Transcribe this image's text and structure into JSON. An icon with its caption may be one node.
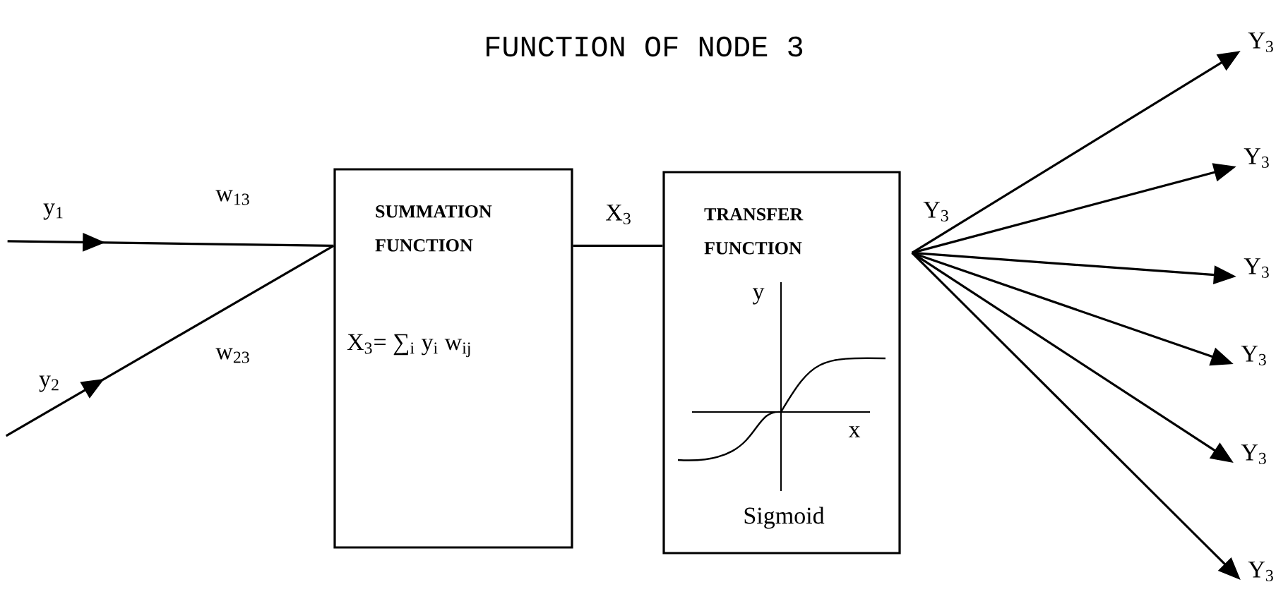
{
  "diagram": {
    "title": "FUNCTION OF NODE 3",
    "nodes": [
      {
        "text": [
          "y$_{1}$"
        ]
      },
      {
        "text": [
          "y$_{2}$"
        ]
      },
      {
        "text": [
          "SUMMATION FUNCTION",
          "X$_{3}$= ∑$_{i}$ y$_{i}$ w$_{ij}$"
        ]
      },
      {
        "text": [
          "TRANSFER FUNCTION",
          "y",
          "x",
          "Sigmoid"
        ]
      },
      {
        "text": [
          "Y$_{3}$"
        ]
      },
      {
        "text": [
          "Y$_{3}$"
        ]
      },
      {
        "text": [
          "Y$_{3}$"
        ]
      },
      {
        "text": [
          "Y$_{3}$"
        ]
      },
      {
        "text": [
          "Y$_{3}$"
        ]
      },
      {
        "text": [
          "Y$_{3}$"
        ]
      }
    ],
    "edges": [
      {
        "from": 0,
        "to": 2,
        "arrow": "to",
        "label": "w$_{13}$"
      },
      {
        "from": 1,
        "to": 2,
        "arrow": "to",
        "label": "w$_{23}$"
      },
      {
        "from": 2,
        "to": 3,
        "arrow": "none",
        "label": "X$_{3}$"
      },
      {
        "from": 3,
        "to": 4,
        "arrow": "to"
      },
      {
        "from": 3,
        "to": 5,
        "arrow": "to"
      },
      {
        "from": 3,
        "to": 6,
        "arrow": "to"
      },
      {
        "from": 3,
        "to": 7,
        "arrow": "to"
      },
      {
        "from": 3,
        "to": 8,
        "arrow": "to"
      },
      {
        "from": 3,
        "to": 9,
        "arrow": "to"
      }
    ],
    "labels": [
      "Y$_{3}$"
    ]
  }
}
